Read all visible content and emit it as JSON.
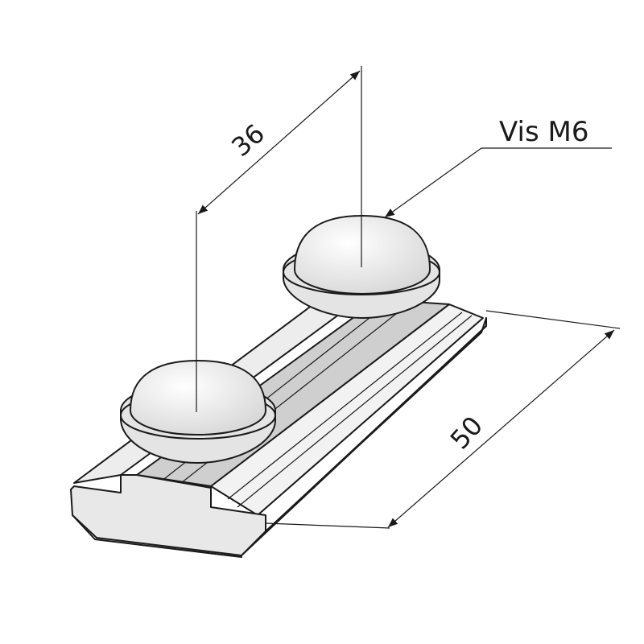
{
  "drawing": {
    "dimensions": {
      "spacing_label": "36",
      "length_label": "50"
    },
    "callout": {
      "label": "Vis M6"
    },
    "colors": {
      "line": "#1a1a1a",
      "face_light": "#f4f4f4",
      "face_mid": "#e6e6e6",
      "face_dark": "#d2d2d2"
    }
  }
}
